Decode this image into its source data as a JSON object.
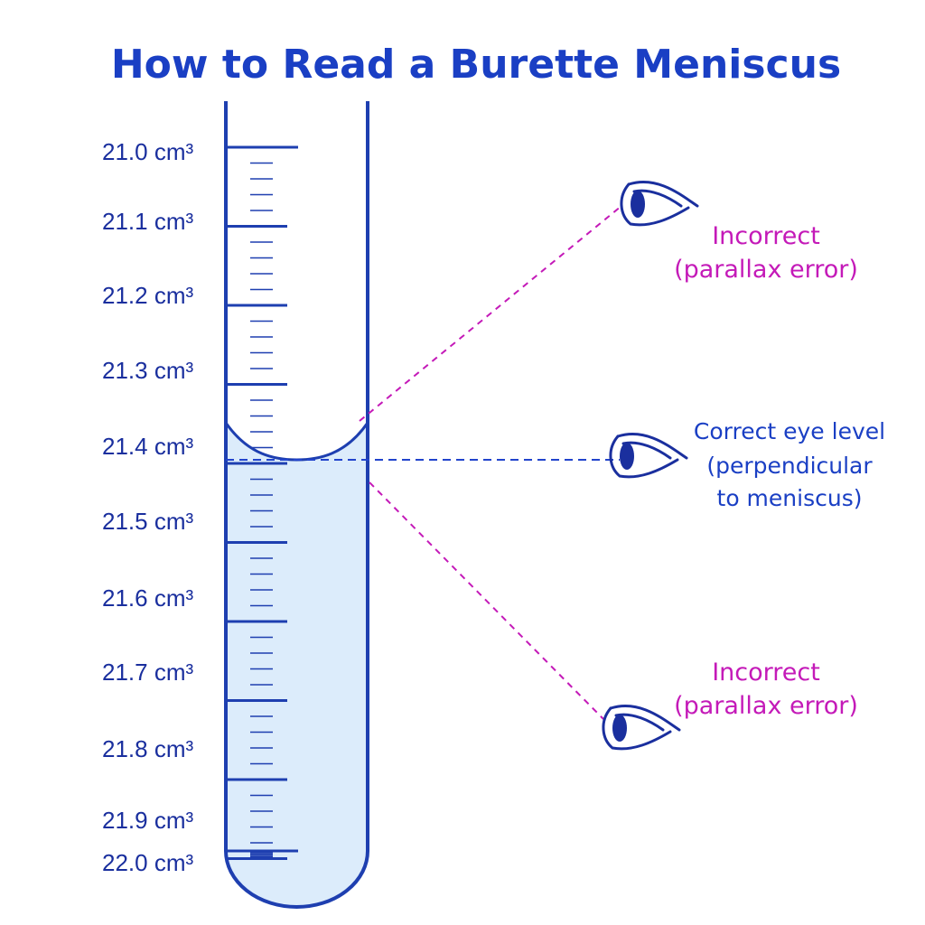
{
  "title": "How to Read a Burette Meniscus",
  "scale": {
    "labels": [
      "21.0 cm³",
      "21.1 cm³",
      "21.2 cm³",
      "21.3 cm³",
      "21.4 cm³",
      "21.5 cm³",
      "21.6 cm³",
      "21.7 cm³",
      "21.8 cm³",
      "21.9 cm³",
      "22.0 cm³"
    ],
    "minor_per_major": 4
  },
  "meniscus_reading": 21.4,
  "views": [
    {
      "id": "high",
      "correct": false,
      "lines": [
        "Incorrect",
        "(parallax error)"
      ]
    },
    {
      "id": "level",
      "correct": true,
      "lines": [
        "Correct eye level",
        "(perpendicular",
        "to meniscus)"
      ]
    },
    {
      "id": "low",
      "correct": false,
      "lines": [
        "Incorrect",
        "(parallax error)"
      ]
    }
  ],
  "colors": {
    "title": "#1a3fc4",
    "tube": "#1e3fb0",
    "liquid": "#dcecfb",
    "correct_line": "#2244cc",
    "incorrect_line": "#c41ab8"
  }
}
